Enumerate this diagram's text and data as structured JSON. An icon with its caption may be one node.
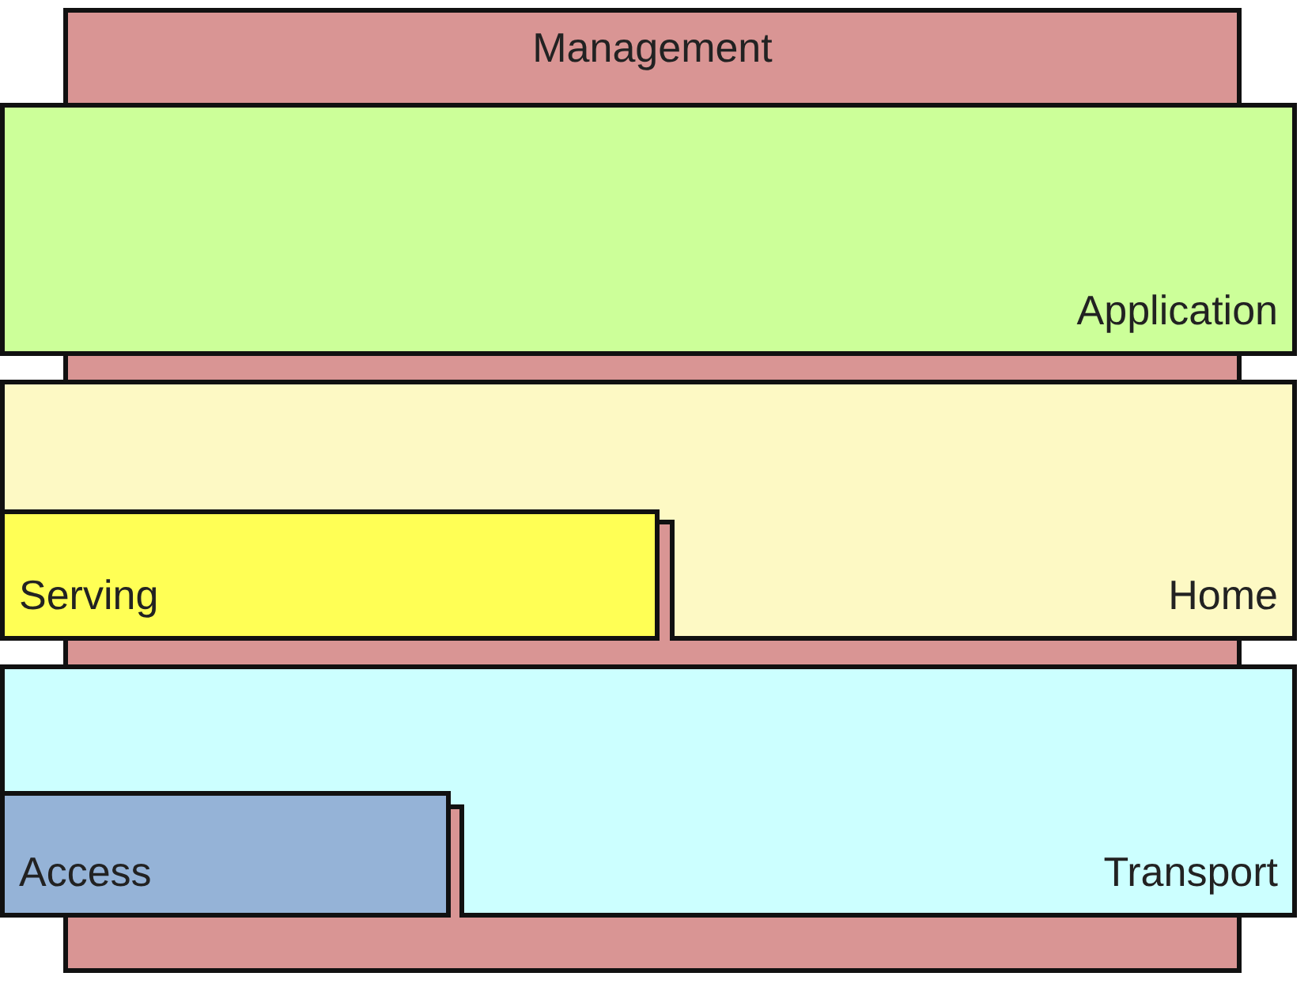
{
  "diagram": {
    "nodes": [
      {
        "text": [
          "Management"
        ]
      },
      {
        "text": [
          "Application"
        ]
      },
      {
        "text": [
          "Home"
        ]
      },
      {
        "text": [
          "Serving"
        ]
      },
      {
        "text": [
          "Transport"
        ]
      },
      {
        "text": [
          "Access"
        ]
      }
    ]
  }
}
